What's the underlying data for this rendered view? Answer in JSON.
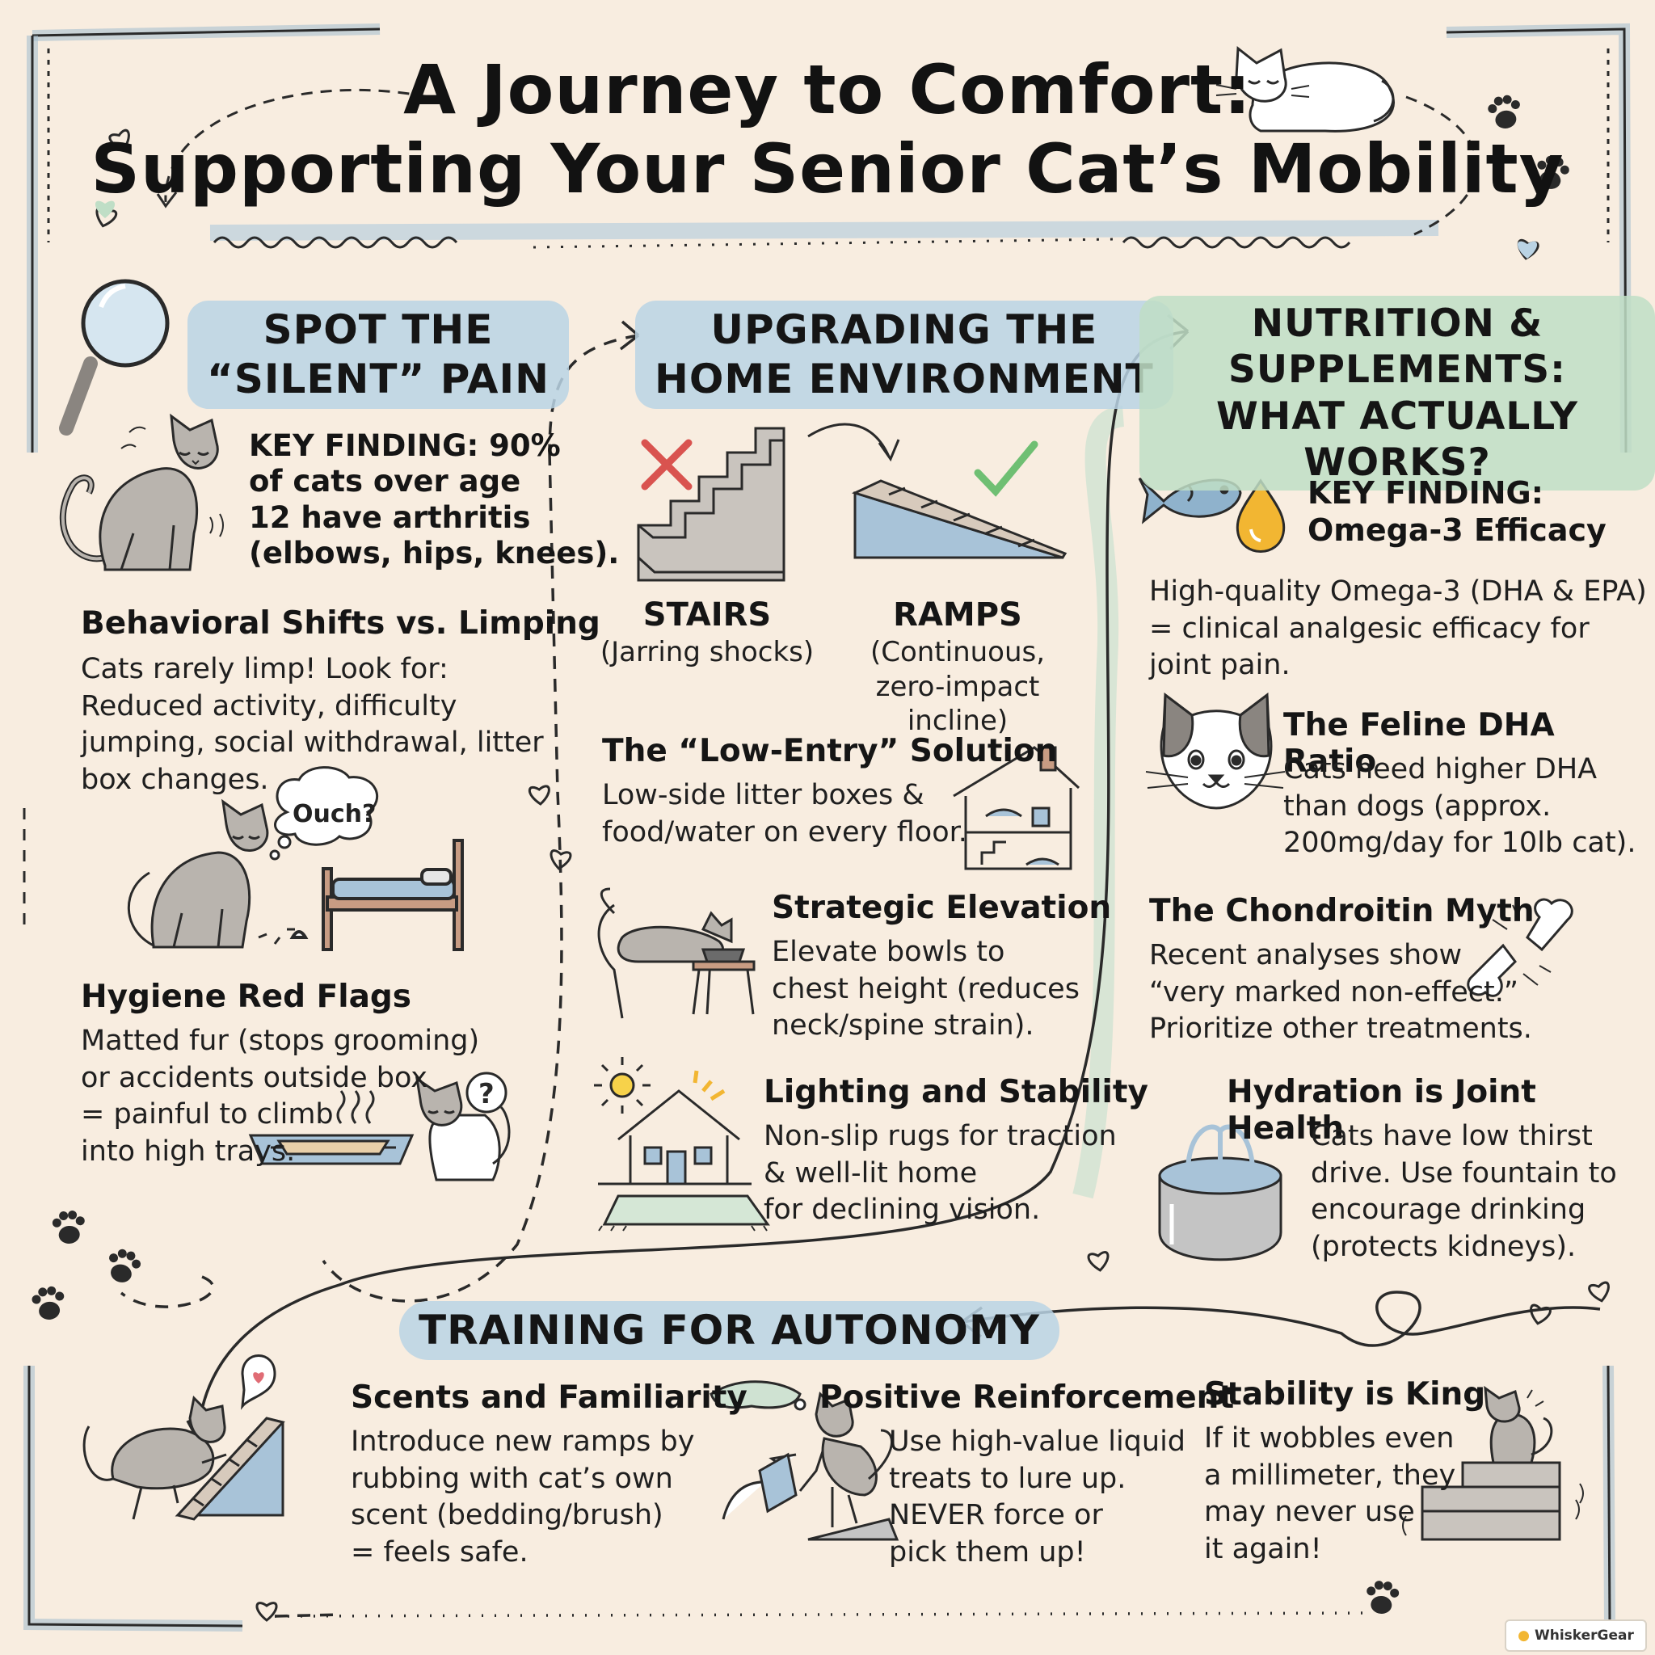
{
  "title": {
    "line1": "A Journey to Comfort:",
    "line2": "Supporting Your Senior Cat’s Mobility"
  },
  "sections": {
    "spot": {
      "heading_line1": "SPOT THE",
      "heading_line2": "“SILENT” PAIN",
      "key_finding": "KEY FINDING: 90%\nof cats over age\n12 have arthritis\n(elbows, hips, knees).",
      "behavior_title": "Behavioral Shifts vs. Limping",
      "behavior_body": "Cats rarely limp! Look for:\nReduced activity, difficulty\njumping, social withdrawal, litter\nbox changes.",
      "thought_bubble": "Ouch?",
      "hygiene_title": "Hygiene Red Flags",
      "hygiene_body": "Matted fur (stops grooming)\nor accidents outside box\n= painful to climb\ninto high trays.",
      "question_mark": "?"
    },
    "home": {
      "heading_line1": "UPGRADING THE",
      "heading_line2": "HOME ENVIRONMENT",
      "stairs_label": "STAIRS",
      "stairs_sub": "(Jarring shocks)",
      "ramps_label": "RAMPS",
      "ramps_sub": "(Continuous,\nzero-impact incline)",
      "low_entry_title": "The “Low-Entry” Solution",
      "low_entry_body": "Low-side litter boxes &\nfood/water on every floor.",
      "elevation_title": "Strategic Elevation",
      "elevation_body": "Elevate bowls to\nchest height (reduces\nneck/spine strain).",
      "lighting_title": "Lighting and Stability",
      "lighting_body": "Non-slip rugs for traction\n& well-lit home\nfor declining vision."
    },
    "nutrition": {
      "heading_line1": "NUTRITION &",
      "heading_line2": "SUPPLEMENTS:",
      "heading_line3": "WHAT ACTUALLY WORKS?",
      "key_finding": "KEY FINDING:\nOmega-3 Efficacy",
      "omega_body": "High-quality Omega-3 (DHA & EPA)\n= clinical analgesic efficacy for\njoint pain.",
      "dha_title": "The Feline DHA Ratio",
      "dha_body": "Cats need higher DHA\nthan dogs (approx.\n200mg/day for 10lb cat).",
      "chondroitin_title": "The Chondroitin Myth",
      "chondroitin_body": "Recent analyses show\n“very marked non-effect.”\nPrioritize other treatments.",
      "hydration_title": "Hydration is Joint Health",
      "hydration_body": "Cats have low thirst\ndrive. Use fountain to\nencourage drinking\n(protects kidneys)."
    },
    "training": {
      "heading": "TRAINING FOR AUTONOMY",
      "scents_title": "Scents and Familiarity",
      "scents_body": "Introduce new ramps by\nrubbing with cat’s own\nscent (bedding/brush)\n= feels safe.",
      "positive_title": "Positive Reinforcement",
      "positive_body": "Use high-value liquid\n  treats to lure up.\n  NEVER force or\n  pick them up!",
      "stability_title": "Stability is King",
      "stability_body": "If it wobbles even\na millimeter, they\nmay never use\nit again!"
    }
  },
  "brand": "WhiskerGear",
  "icons": [
    "magnifying-glass-icon",
    "sitting-cat-icon",
    "sleeping-cat-icon",
    "thinking-cat-icon",
    "bed-icon",
    "litter-box-icon",
    "stairs-icon",
    "ramp-icon",
    "x-mark-icon",
    "check-mark-icon",
    "house-icon",
    "raised-bowl-icon",
    "sun-icon",
    "rug-icon",
    "fish-icon",
    "oil-drop-icon",
    "cat-face-icon",
    "broken-bone-icon",
    "water-fountain-icon",
    "paw-print-icon",
    "heart-icon"
  ],
  "colors": {
    "background": "#f8ede0",
    "blue_highlight": "#bad3e4",
    "green_highlight": "#bfdec6",
    "cat_gray": "#b9b4ae",
    "ink": "#2a2a2a",
    "red_x": "#d9534f",
    "green_check": "#6fbf73",
    "oil_gold": "#f2b632"
  }
}
